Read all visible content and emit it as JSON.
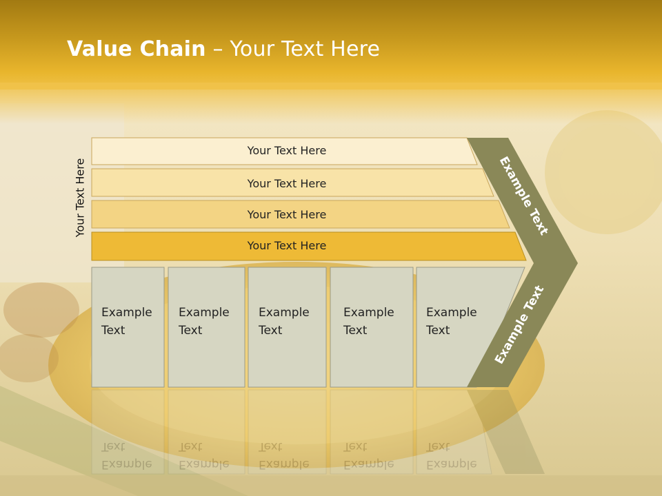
{
  "slide": {
    "title_bold": "Value Chain",
    "title_rest": " – Your Text Here",
    "side_label": "Your Text Here",
    "rows": [
      {
        "label": "Your Text Here",
        "color": "#fbefd0"
      },
      {
        "label": "Your Text Here",
        "color": "#f8e3a8"
      },
      {
        "label": "Your Text Here",
        "color": "#f3d484"
      },
      {
        "label": "Your Text Here",
        "color": "#eeba36"
      }
    ],
    "boxes": [
      {
        "line1": "Example",
        "line2": "Text"
      },
      {
        "line1": "Example",
        "line2": "Text"
      },
      {
        "line1": "Example",
        "line2": "Text"
      },
      {
        "line1": "Example",
        "line2": "Text"
      },
      {
        "line1": "Example",
        "line2": "Text"
      }
    ],
    "chevron_top_label": "Example Text",
    "chevron_bottom_label": "Example Text",
    "colors": {
      "chevron": "#8a8858",
      "box_fill": "#d6d6c2",
      "box_stroke": "#9a9a86",
      "header": "#e8b52c"
    }
  }
}
